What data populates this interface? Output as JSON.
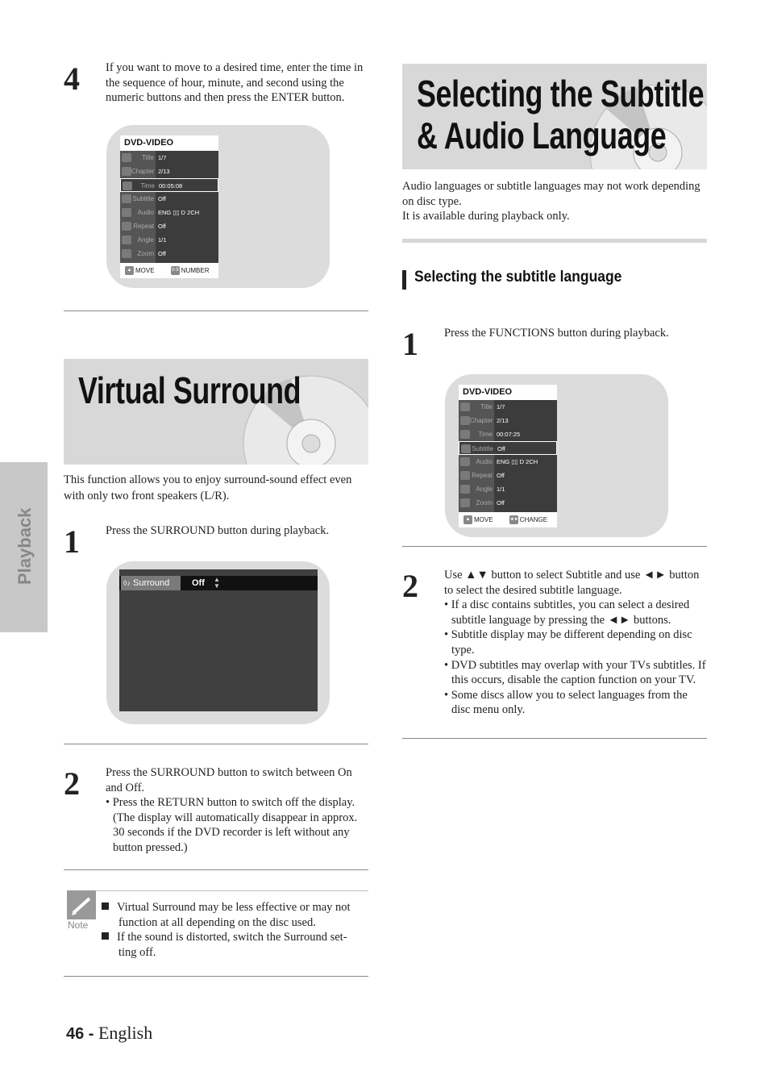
{
  "side_tab": "Playback",
  "left": {
    "step4": {
      "num": "4",
      "text": "If you want to move to a desired time, enter the time in the sequence of hour, minute, and second using the numeric buttons and then press the ENTER button."
    },
    "osd1": {
      "header": "DVD-VIDEO",
      "rows": [
        {
          "label": "Title",
          "value": "1/7"
        },
        {
          "label": "Chapter",
          "value": "2/13"
        },
        {
          "label": "Time",
          "value": "00:05:08"
        },
        {
          "label": "Subtitle",
          "value": "Off"
        },
        {
          "label": "Audio",
          "value": "ENG   ▯▯ D 2CH"
        },
        {
          "label": "Repeat",
          "value": "Off"
        },
        {
          "label": "Angle",
          "value": "1/1"
        },
        {
          "label": "Zoom",
          "value": "Off"
        }
      ],
      "selected_row": "Time",
      "footer_move": "MOVE",
      "footer_btn_icon": "0-9",
      "footer_action": "NUMBER"
    },
    "virtual_surround": {
      "title": "Virtual Surround",
      "intro": "This function allows you to enjoy surround-sound effect even with only two front speakers (L/R).",
      "step1_num": "1",
      "step1_text": "Press the SURROUND button during playback.",
      "osd_label": "Surround",
      "osd_value": "Off",
      "step2_num": "2",
      "step2_text": "Press the SURROUND button to switch between On and Off.",
      "step2_bullet": "• Press the RETURN button to switch off the display. (The display will automatically disappear in approx. 30 seconds if the DVD recorder is left without any button pressed.)"
    },
    "note": {
      "label": "Note",
      "items": [
        "Virtual Surround may be less effective or may not function at all depending on the disc used.",
        "If the sound is distorted, switch the Surround set-ting off."
      ]
    }
  },
  "right": {
    "title_line1": "Selecting the Subtitle",
    "title_line2": "& Audio Language",
    "intro_line1": "Audio languages or subtitle languages may not work depending on disc type.",
    "intro_line2": "It is available during playback only.",
    "subheading": "Selecting the subtitle language",
    "step1_num": "1",
    "step1_text": "Press the FUNCTIONS button during playback.",
    "osd2": {
      "header": "DVD-VIDEO",
      "rows": [
        {
          "label": "Title",
          "value": "1/7"
        },
        {
          "label": "Chapter",
          "value": "2/13"
        },
        {
          "label": "Time",
          "value": "00:07:25"
        },
        {
          "label": "Subtitle",
          "value": "Off"
        },
        {
          "label": "Audio",
          "value": "ENG   ▯▯ D 2CH"
        },
        {
          "label": "Repeat",
          "value": "Off"
        },
        {
          "label": "Angle",
          "value": "1/1"
        },
        {
          "label": "Zoom",
          "value": "Off"
        }
      ],
      "selected_row": "Subtitle",
      "footer_move": "MOVE",
      "footer_btn_icon": "◄►",
      "footer_action": "CHANGE"
    },
    "step2_num": "2",
    "step2_text": "Use ▲▼ button to select Subtitle and use ◄► button to select the desired subtitle language.",
    "step2_bullets": [
      "• If a disc contains subtitles, you can select a desired subtitle language by pressing the ◄► buttons.",
      "• Subtitle display may be different depending on disc type.",
      "• DVD subtitles may overlap with your TVs subtitles. If this occurs, disable the caption function on your TV.",
      "• Some discs allow you to select languages from the disc menu only."
    ]
  },
  "footer": {
    "page_number": "46 -",
    "language": "English"
  }
}
